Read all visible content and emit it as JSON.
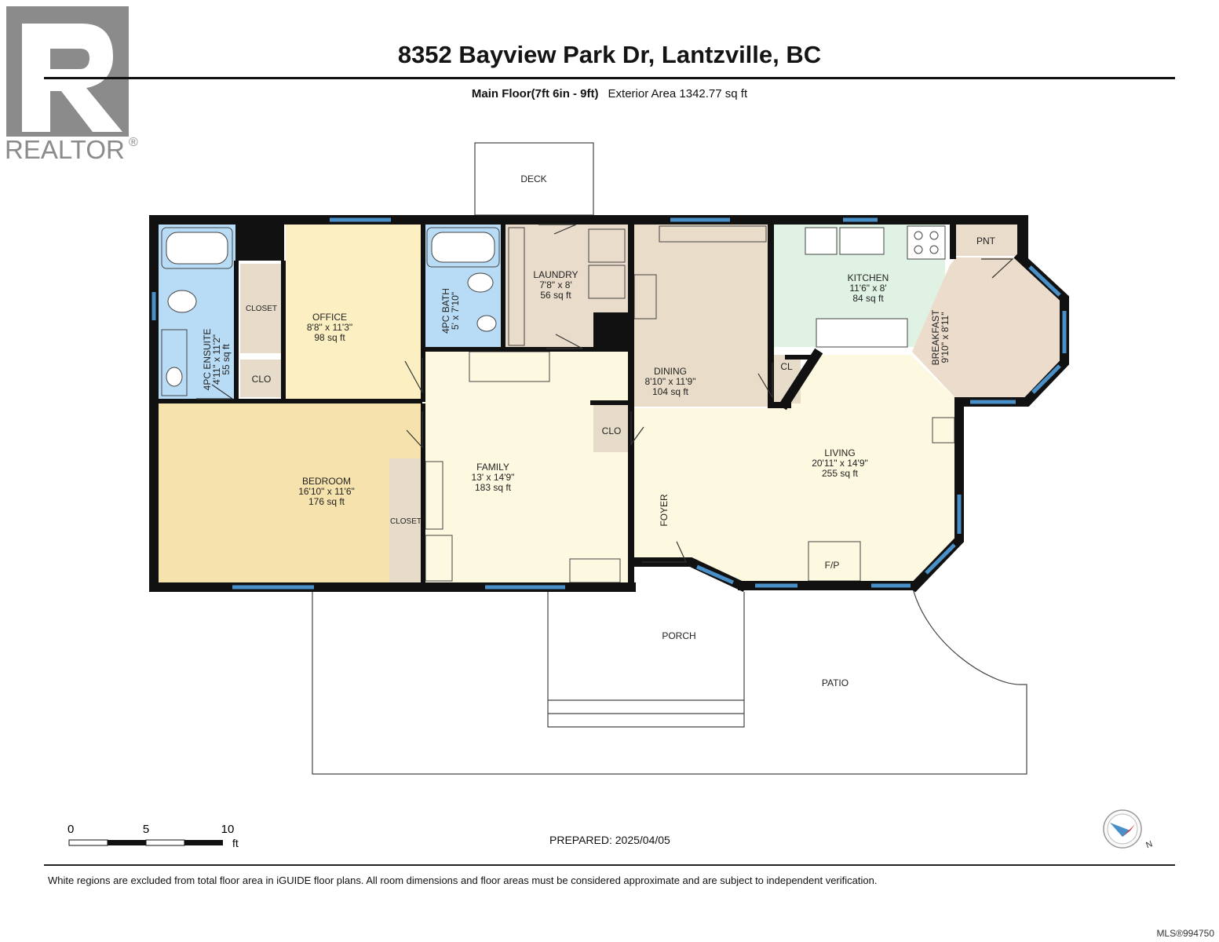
{
  "title": "8352 Bayview Park Dr, Lantzville, BC",
  "subtitle": {
    "floor": "Main Floor(7ft 6in - 9ft)",
    "area": "Exterior Area 1342.77 sq ft"
  },
  "logo": {
    "text": "REALTOR",
    "mark": "®"
  },
  "rooms": {
    "bedroom": {
      "name": "BEDROOM",
      "dims": "16'10\" x 11'6\"",
      "area": "176 sq ft"
    },
    "office": {
      "name": "OFFICE",
      "dims": "8'8\" x 11'3\"",
      "area": "98 sq ft"
    },
    "ensuite": {
      "name": "4PC ENSUITE",
      "dims": "4'11\" x 11'2\"",
      "area": "55 sq ft"
    },
    "bath": {
      "name": "4PC BATH",
      "dims": "5' x 7'10\""
    },
    "laundry": {
      "name": "LAUNDRY",
      "dims": "7'8\" x 8'",
      "area": "56 sq ft"
    },
    "family": {
      "name": "FAMILY",
      "dims": "13' x 14'9\"",
      "area": "183 sq ft"
    },
    "dining": {
      "name": "DINING",
      "dims": "8'10\" x 11'9\"",
      "area": "104 sq ft"
    },
    "kitchen": {
      "name": "KITCHEN",
      "dims": "11'6\" x 8'",
      "area": "84 sq ft"
    },
    "breakfast": {
      "name": "BREAKFAST",
      "dims": "9'10\" x 8'11\""
    },
    "living": {
      "name": "LIVING",
      "dims": "20'11\" x 14'9\"",
      "area": "255 sq ft"
    }
  },
  "labels": {
    "deck": "DECK",
    "porch": "PORCH",
    "patio": "PATIO",
    "foyer": "FOYER",
    "closet_left": "CLOSET",
    "closet_mid": "CLOSET",
    "clo_ensuite": "CLO",
    "clo_family": "CLO",
    "cl_dining": "CL",
    "pnt": "PNT",
    "fp": "F/P"
  },
  "scale": {
    "t0": "0",
    "t5": "5",
    "t10": "10",
    "unit": "ft"
  },
  "compass": {
    "north": "N"
  },
  "prepared": "PREPARED: 2025/04/05",
  "disclaimer": "White regions are excluded from total floor area in iGUIDE floor plans. All room dimensions and floor areas must be considered approximate and are subject to independent verification.",
  "mls": "MLS®994750",
  "colors": {
    "wall": "#111111",
    "window": "#4a90c8",
    "bedroom": "#f5e2ad",
    "office": "#fcf0c2",
    "living": "#fdf8e0",
    "bath": "#b9dcf6",
    "laundry": "#e9dccb",
    "dining": "#e9ddc9",
    "kitchen": "#e0f2e4",
    "breakfast": "#ecdccb",
    "closet": "#e7dcca"
  }
}
